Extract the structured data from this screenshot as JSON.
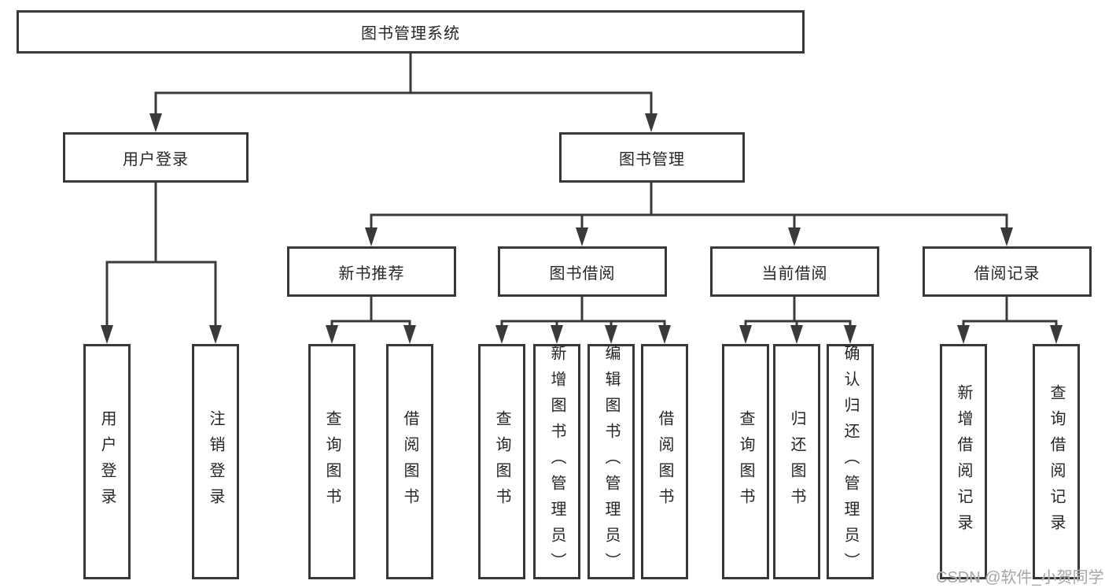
{
  "tree": {
    "root": "图书管理系统",
    "level2": [
      {
        "label": "用户登录",
        "leaves": [
          "用户登录",
          "注销登录"
        ]
      },
      {
        "label": "图书管理",
        "groups": [
          {
            "label": "新书推荐",
            "leaves": [
              "查询图书",
              "借阅图书"
            ]
          },
          {
            "label": "图书借阅",
            "leaves": [
              "查询图书",
              "新增图书（管理员）",
              "编辑图书（管理员）",
              "借阅图书"
            ]
          },
          {
            "label": "当前借阅",
            "leaves": [
              "查询图书",
              "归还图书",
              "确认归还（管理员）"
            ]
          },
          {
            "label": "借阅记录",
            "leaves": [
              "新增借阅记录",
              "查询借阅记录"
            ]
          }
        ]
      }
    ]
  },
  "watermark": {
    "text": "CSDN @软件_小贺同学"
  },
  "colors": {
    "line": "#3a3a3a",
    "box_border": "#383838",
    "text": "#262626",
    "watermark": "#a6a6a6",
    "background": "#ffffff"
  }
}
